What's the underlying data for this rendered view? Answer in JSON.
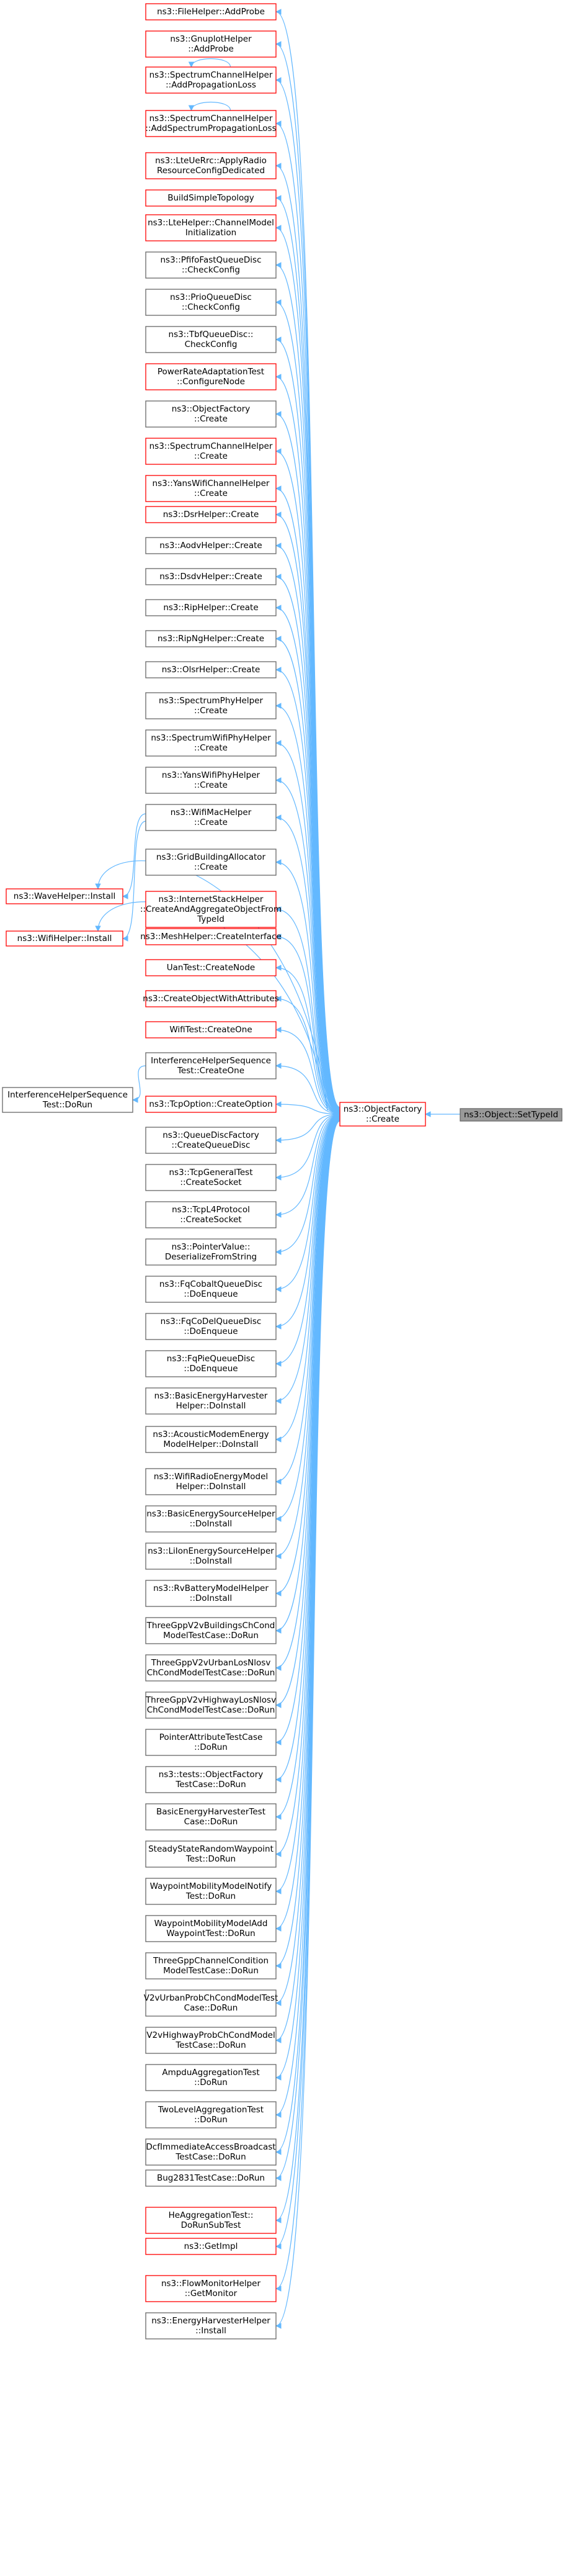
{
  "colors": {
    "edge": "#63b8ff",
    "normal_border": "#666666",
    "red_border": "#ff0000",
    "highlight_fill": "#999999",
    "fill": "#ffffff"
  },
  "target": {
    "lines": [
      "ns3::Object::SetTypeId"
    ],
    "style": "highlight"
  },
  "hub": {
    "lines": [
      "ns3::ObjectFactory",
      "::Create"
    ],
    "style": "red"
  },
  "callers": [
    {
      "lines": [
        "ns3::FileHelper::AddProbe"
      ],
      "style": "red"
    },
    {
      "lines": [
        "ns3::GnuplotHelper",
        "::AddProbe"
      ],
      "style": "red"
    },
    {
      "lines": [
        "ns3::SpectrumChannelHelper",
        "::AddPropagationLoss"
      ],
      "style": "red",
      "self_loop": true
    },
    {
      "lines": [
        "ns3::SpectrumChannelHelper",
        "::AddSpectrumPropagationLoss"
      ],
      "style": "red",
      "self_loop": true
    },
    {
      "lines": [
        "ns3::LteUeRrc::ApplyRadio",
        "ResourceConfigDedicated"
      ],
      "style": "red"
    },
    {
      "lines": [
        "BuildSimpleTopology"
      ],
      "style": "red"
    },
    {
      "lines": [
        "ns3::LteHelper::ChannelModel",
        "Initialization"
      ],
      "style": "red"
    },
    {
      "lines": [
        "ns3::PfifoFastQueueDisc",
        "::CheckConfig"
      ],
      "style": "normal"
    },
    {
      "lines": [
        "ns3::PrioQueueDisc",
        "::CheckConfig"
      ],
      "style": "normal"
    },
    {
      "lines": [
        "ns3::TbfQueueDisc::",
        "CheckConfig"
      ],
      "style": "normal"
    },
    {
      "lines": [
        "PowerRateAdaptationTest",
        "::ConfigureNode"
      ],
      "style": "red"
    },
    {
      "lines": [
        "ns3::ObjectFactory",
        "::Create"
      ],
      "style": "normal"
    },
    {
      "lines": [
        "ns3::SpectrumChannelHelper",
        "::Create"
      ],
      "style": "red"
    },
    {
      "lines": [
        "ns3::YansWifiChannelHelper",
        "::Create"
      ],
      "style": "red"
    },
    {
      "lines": [
        "ns3::DsrHelper::Create"
      ],
      "style": "red"
    },
    {
      "lines": [
        "ns3::AodvHelper::Create"
      ],
      "style": "normal"
    },
    {
      "lines": [
        "ns3::DsdvHelper::Create"
      ],
      "style": "normal"
    },
    {
      "lines": [
        "ns3::RipHelper::Create"
      ],
      "style": "normal"
    },
    {
      "lines": [
        "ns3::RipNgHelper::Create"
      ],
      "style": "normal"
    },
    {
      "lines": [
        "ns3::OlsrHelper::Create"
      ],
      "style": "normal"
    },
    {
      "lines": [
        "ns3::SpectrumPhyHelper",
        "::Create"
      ],
      "style": "normal"
    },
    {
      "lines": [
        "ns3::SpectrumWifiPhyHelper",
        "::Create"
      ],
      "style": "normal"
    },
    {
      "lines": [
        "ns3::YansWifiPhyHelper",
        "::Create"
      ],
      "style": "normal"
    },
    {
      "lines": [
        "ns3::WifiMacHelper",
        "::Create"
      ],
      "style": "normal"
    },
    {
      "lines": [
        "ns3::GridBuildingAllocator",
        "::Create"
      ],
      "style": "normal"
    },
    {
      "lines": [
        "ns3::InternetStackHelper",
        "::CreateAndAggregateObjectFrom",
        "TypeId"
      ],
      "style": "red"
    },
    {
      "lines": [
        "ns3::MeshHelper::CreateInterface"
      ],
      "style": "red"
    },
    {
      "lines": [
        "UanTest::CreateNode"
      ],
      "style": "red"
    },
    {
      "lines": [
        "ns3::CreateObjectWithAttributes"
      ],
      "style": "red"
    },
    {
      "lines": [
        "WifiTest::CreateOne"
      ],
      "style": "red"
    },
    {
      "lines": [
        "InterferenceHelperSequence",
        "Test::CreateOne"
      ],
      "style": "normal"
    },
    {
      "lines": [
        "ns3::TcpOption::CreateOption"
      ],
      "style": "red"
    },
    {
      "lines": [
        "ns3::QueueDiscFactory",
        "::CreateQueueDisc"
      ],
      "style": "normal"
    },
    {
      "lines": [
        "ns3::TcpGeneralTest",
        "::CreateSocket"
      ],
      "style": "normal"
    },
    {
      "lines": [
        "ns3::TcpL4Protocol",
        "::CreateSocket"
      ],
      "style": "normal"
    },
    {
      "lines": [
        "ns3::PointerValue::",
        "DeserializeFromString"
      ],
      "style": "normal"
    },
    {
      "lines": [
        "ns3::FqCobaltQueueDisc",
        "::DoEnqueue"
      ],
      "style": "normal"
    },
    {
      "lines": [
        "ns3::FqCoDelQueueDisc",
        "::DoEnqueue"
      ],
      "style": "normal"
    },
    {
      "lines": [
        "ns3::FqPieQueueDisc",
        "::DoEnqueue"
      ],
      "style": "normal"
    },
    {
      "lines": [
        "ns3::BasicEnergyHarvester",
        "Helper::DoInstall"
      ],
      "style": "normal"
    },
    {
      "lines": [
        "ns3::AcousticModemEnergy",
        "ModelHelper::DoInstall"
      ],
      "style": "normal"
    },
    {
      "lines": [
        "ns3::WifiRadioEnergyModel",
        "Helper::DoInstall"
      ],
      "style": "normal"
    },
    {
      "lines": [
        "ns3::BasicEnergySourceHelper",
        "::DoInstall"
      ],
      "style": "normal"
    },
    {
      "lines": [
        "ns3::LiIonEnergySourceHelper",
        "::DoInstall"
      ],
      "style": "normal"
    },
    {
      "lines": [
        "ns3::RvBatteryModelHelper",
        "::DoInstall"
      ],
      "style": "normal"
    },
    {
      "lines": [
        "ThreeGppV2vBuildingsChCond",
        "ModelTestCase::DoRun"
      ],
      "style": "normal"
    },
    {
      "lines": [
        "ThreeGppV2vUrbanLosNlosv",
        "ChCondModelTestCase::DoRun"
      ],
      "style": "normal"
    },
    {
      "lines": [
        "ThreeGppV2vHighwayLosNlosv",
        "ChCondModelTestCase::DoRun"
      ],
      "style": "normal"
    },
    {
      "lines": [
        "PointerAttributeTestCase",
        "::DoRun"
      ],
      "style": "normal"
    },
    {
      "lines": [
        "ns3::tests::ObjectFactory",
        "TestCase::DoRun"
      ],
      "style": "normal"
    },
    {
      "lines": [
        "BasicEnergyHarvesterTest",
        "Case::DoRun"
      ],
      "style": "normal"
    },
    {
      "lines": [
        "SteadyStateRandomWaypoint",
        "Test::DoRun"
      ],
      "style": "normal"
    },
    {
      "lines": [
        "WaypointMobilityModelNotify",
        "Test::DoRun"
      ],
      "style": "normal"
    },
    {
      "lines": [
        "WaypointMobilityModelAdd",
        "WaypointTest::DoRun"
      ],
      "style": "normal"
    },
    {
      "lines": [
        "ThreeGppChannelCondition",
        "ModelTestCase::DoRun"
      ],
      "style": "normal"
    },
    {
      "lines": [
        "V2vUrbanProbChCondModelTest",
        "Case::DoRun"
      ],
      "style": "normal"
    },
    {
      "lines": [
        "V2vHighwayProbChCondModel",
        "TestCase::DoRun"
      ],
      "style": "normal"
    },
    {
      "lines": [
        "AmpduAggregationTest",
        "::DoRun"
      ],
      "style": "normal"
    },
    {
      "lines": [
        "TwoLevelAggregationTest",
        "::DoRun"
      ],
      "style": "normal"
    },
    {
      "lines": [
        "DcfImmediateAccessBroadcast",
        "TestCase::DoRun"
      ],
      "style": "normal"
    },
    {
      "lines": [
        "Bug2831TestCase::DoRun"
      ],
      "style": "normal"
    },
    {
      "lines": [
        "HeAggregationTest::",
        "DoRunSubTest"
      ],
      "style": "red"
    },
    {
      "lines": [
        "ns3::GetImpl"
      ],
      "style": "red"
    },
    {
      "lines": [
        "ns3::FlowMonitorHelper",
        "::GetMonitor"
      ],
      "style": "red"
    },
    {
      "lines": [
        "ns3::EnergyHarvesterHelper",
        "::Install"
      ],
      "style": "normal"
    }
  ],
  "outer_callers": [
    {
      "lines": [
        "ns3::WaveHelper::Install"
      ],
      "style": "red",
      "calls": 23
    },
    {
      "lines": [
        "ns3::WifiHelper::Install"
      ],
      "style": "red",
      "calls": 23
    },
    {
      "lines": [
        "InterferenceHelperSequence",
        "Test::DoRun"
      ],
      "style": "normal",
      "calls": 30
    }
  ]
}
